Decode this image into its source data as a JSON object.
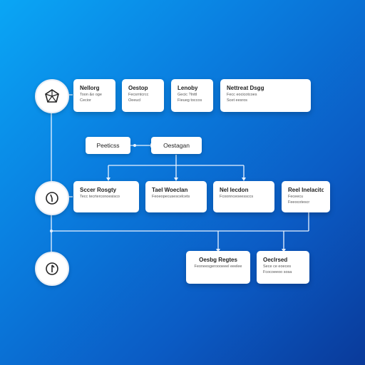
{
  "row1": {
    "icon": "pentagon-network-icon",
    "cards": [
      {
        "title": "Nellorg",
        "lines": [
          "Toon &o oge",
          "Cecior"
        ]
      },
      {
        "title": "Oestop",
        "lines": [
          "Fecsrntcrcc",
          "Oeeucl"
        ]
      },
      {
        "title": "Lenoby",
        "lines": [
          "Gecic ?lnttl",
          "Fieueg toccos"
        ]
      },
      {
        "title": "Nettreat Dsgg",
        "lines": [
          "Fecc eocicotcoes",
          "Scet eesros"
        ]
      }
    ]
  },
  "flow": {
    "left_label": "Peeticss",
    "right_label": "Oestagan"
  },
  "row2": {
    "icon": "clock-icon",
    "cards": [
      {
        "title": "Sccer Rosgty",
        "lines": [
          "Tecc tecrterconoesisco"
        ]
      },
      {
        "title": "Tael Woeclan",
        "lines": [
          "Feoeopecusescelcets"
        ]
      },
      {
        "title": "Nel Iecdon",
        "lines": [
          "Fcoonnceoeessccs"
        ]
      },
      {
        "title": "Reel Inelacitog",
        "lines": [
          "Feceecu",
          "Feeocotescr"
        ]
      }
    ]
  },
  "row3": {
    "icon": "timer-icon",
    "cards": [
      {
        "title": "Oesbg Regtes",
        "lines": [
          "Feoneesgeroooeeel eeelee"
        ]
      },
      {
        "title": "Oeclrsed",
        "lines": [
          "Sece ce eoeces",
          "Fcocoeeoo sosa"
        ]
      }
    ]
  }
}
